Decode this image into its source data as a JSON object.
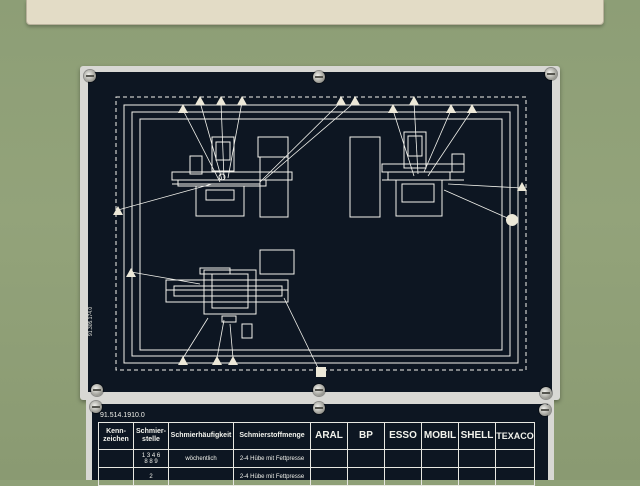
{
  "plate": {
    "part_number": "91.514.1910.0",
    "side_code": "91.305.174.0"
  },
  "lube_table": {
    "headers": {
      "code": "Kenn-\nzeichen",
      "point": "Schmier-\nstelle",
      "frequency": "Schmierhäufigkeit",
      "quantity": "Schmierstoffmenge"
    },
    "brands": [
      "ARAL",
      "BP",
      "ESSO",
      "MOBIL",
      "SHELL",
      "TEXACO"
    ],
    "rows": [
      {
        "point_line1": "1 3 4 6",
        "point_line2": "8 8 9",
        "frequency": "wöchentlich",
        "quantity": "2-4 Hübe mit Fettpresse"
      },
      {
        "point_line1": "2",
        "point_line2": "",
        "frequency": "",
        "quantity": "2-4 Hübe mit Fettpresse"
      }
    ]
  },
  "colors": {
    "wall": "#8fa077",
    "plate": "#0d1622",
    "line": "#f2f2ec"
  }
}
